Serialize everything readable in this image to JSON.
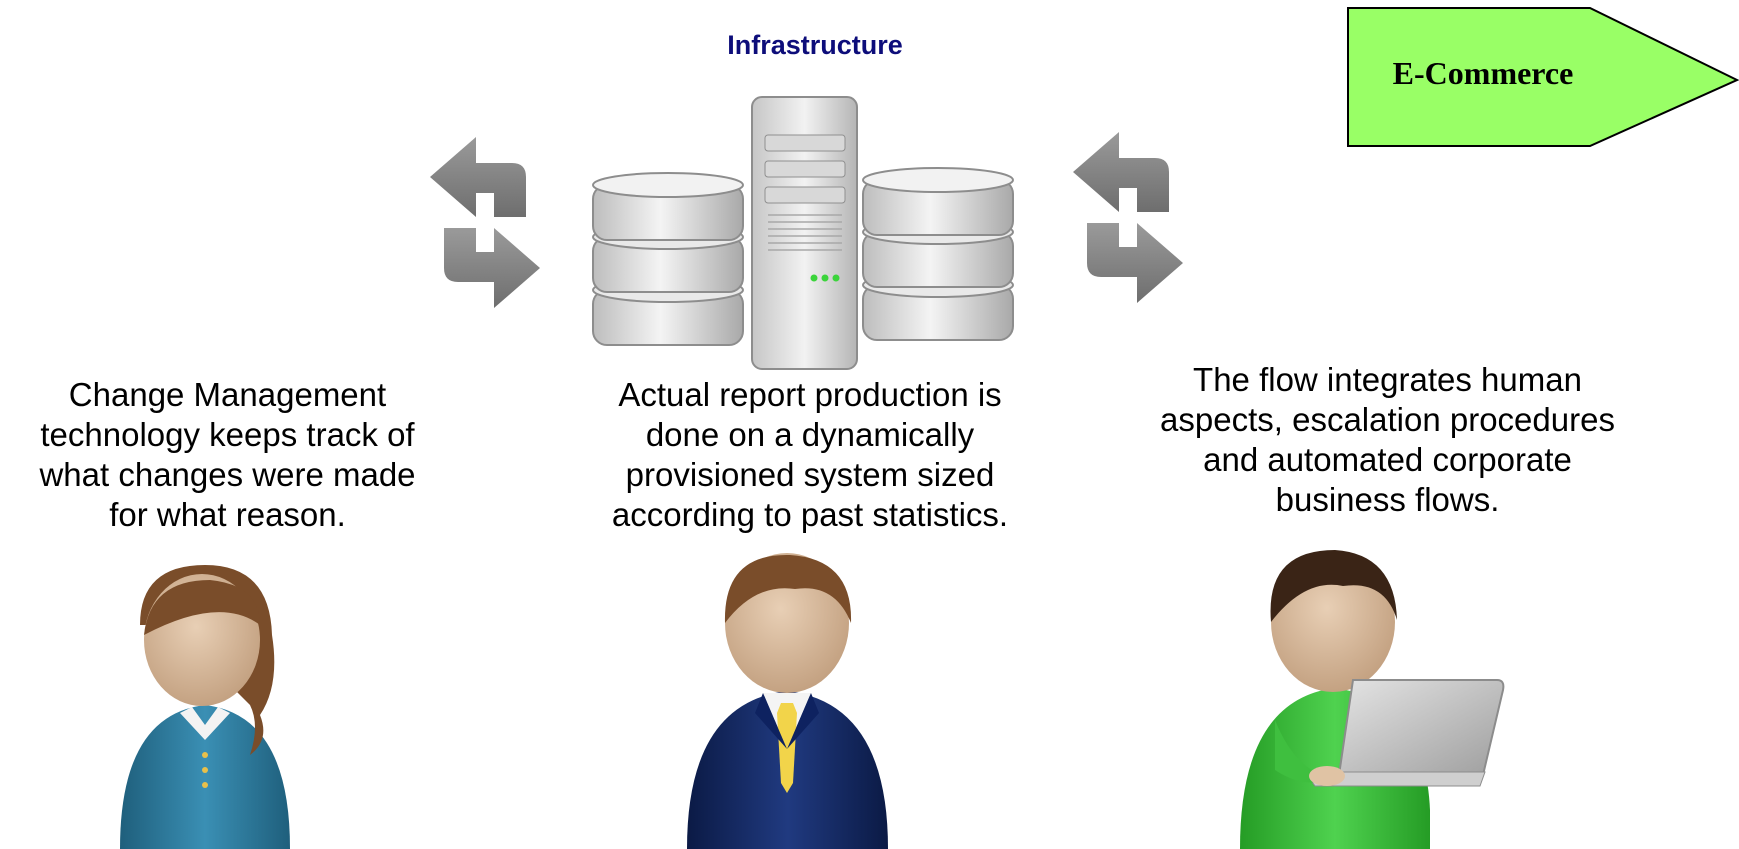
{
  "infrastructure": {
    "title": "Infrastructure"
  },
  "ecommerce": {
    "label": "E-Commerce",
    "fill": "#99ff66"
  },
  "captions": {
    "left": [
      "Change Management",
      "technology keeps track of",
      "what changes were made",
      "for what reason."
    ],
    "middle": [
      "Actual report production is",
      "done on a dynamically",
      "provisioned system sized",
      "according to past statistics."
    ],
    "right": [
      "The flow integrates human",
      "aspects, escalation procedures",
      "and automated corporate",
      "business flows."
    ]
  },
  "icons": {
    "sync_left": "refresh-arrows-icon",
    "sync_right": "refresh-arrows-icon",
    "server": "server-database-icon",
    "person_left": "woman-user-icon",
    "person_middle": "businessman-user-icon",
    "person_right": "laptop-user-icon"
  },
  "colors": {
    "title": "#0d0d7a",
    "arrow": "#8a8a8a",
    "woman_shirt": "#2f7fa0",
    "suit": "#14245a",
    "tie": "#f2d44a",
    "green_shirt": "#3fbf3f"
  }
}
